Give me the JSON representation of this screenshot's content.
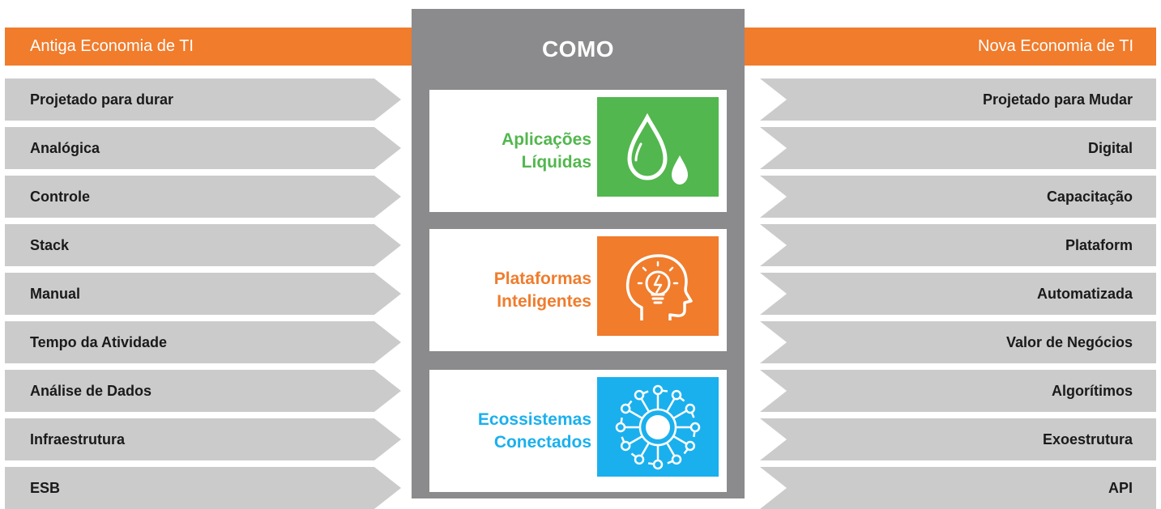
{
  "header": {
    "left_title": "Antiga Economia de TI",
    "right_title": "Nova Economia de TI",
    "center_title": "COMO",
    "bar_color": "#f07c2c"
  },
  "old_economy": [
    "Projetado para durar",
    "Analógica",
    "Controle",
    "Stack",
    "Manual",
    "Tempo da Atividade",
    "Análise de Dados",
    "Infraestrutura",
    "ESB"
  ],
  "new_economy": [
    "Projetado para Mudar",
    "Digital",
    "Capacitação",
    "Plataform",
    "Automatizada",
    "Valor de Negócios",
    "Algorítimos",
    "Exoestrutura",
    "API"
  ],
  "pillars": [
    {
      "line1": "Aplicações",
      "line2": "Líquidas",
      "color": "#52b74e",
      "icon": "water-drops-icon"
    },
    {
      "line1": "Plataformas",
      "line2": "Inteligentes",
      "color": "#f07c2c",
      "icon": "head-lightbulb-icon"
    },
    {
      "line1": "Ecossistemas",
      "line2": "Conectados",
      "color": "#1ab0ee",
      "icon": "network-hub-icon"
    }
  ]
}
